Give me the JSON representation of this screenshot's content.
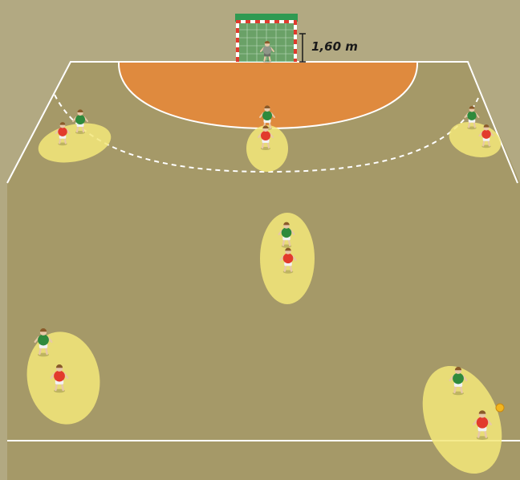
{
  "goal": {
    "height_label": "1,60 m"
  },
  "colors": {
    "court_floor": "#a59968",
    "surround": "#b2a982",
    "goal_area": "#df8a3e",
    "lines": "#ffffff",
    "zone_highlight": "#f3e77a",
    "team_attack_shirt": "#2f8a3c",
    "team_defence_shirt": "#e23b2c",
    "goal_frame": "#e03a2d",
    "goal_net": "#2f9a52"
  },
  "players": [
    {
      "team": "green",
      "role": "defender-left-wing"
    },
    {
      "team": "red",
      "role": "attacker-left-wing"
    },
    {
      "team": "green",
      "role": "defender-pivot"
    },
    {
      "team": "red",
      "role": "attacker-pivot"
    },
    {
      "team": "green",
      "role": "defender-right-wing"
    },
    {
      "team": "red",
      "role": "attacker-right-wing"
    },
    {
      "team": "green",
      "role": "defender-centre-back"
    },
    {
      "team": "red",
      "role": "attacker-centre-back"
    },
    {
      "team": "green",
      "role": "defender-left-back"
    },
    {
      "team": "red",
      "role": "attacker-left-back"
    },
    {
      "team": "green",
      "role": "defender-right-back"
    },
    {
      "team": "red",
      "role": "attacker-right-back"
    },
    {
      "team": "gray",
      "role": "goalkeeper"
    }
  ]
}
